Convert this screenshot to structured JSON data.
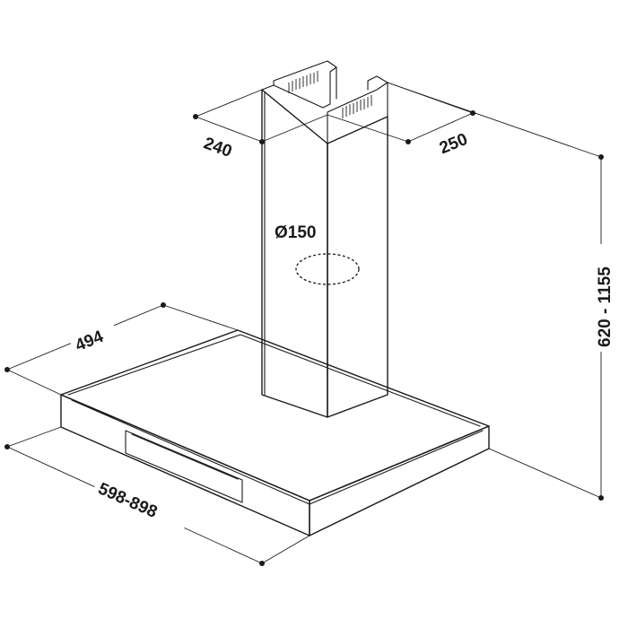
{
  "dimensions": {
    "chimney_depth": "240",
    "chimney_width": "250",
    "duct_diameter": "Ø150",
    "canopy_depth": "494",
    "canopy_width": "598-898",
    "total_height": "620 - 1155"
  },
  "colors": {
    "line": "#1a1a1a",
    "background": "#ffffff"
  }
}
